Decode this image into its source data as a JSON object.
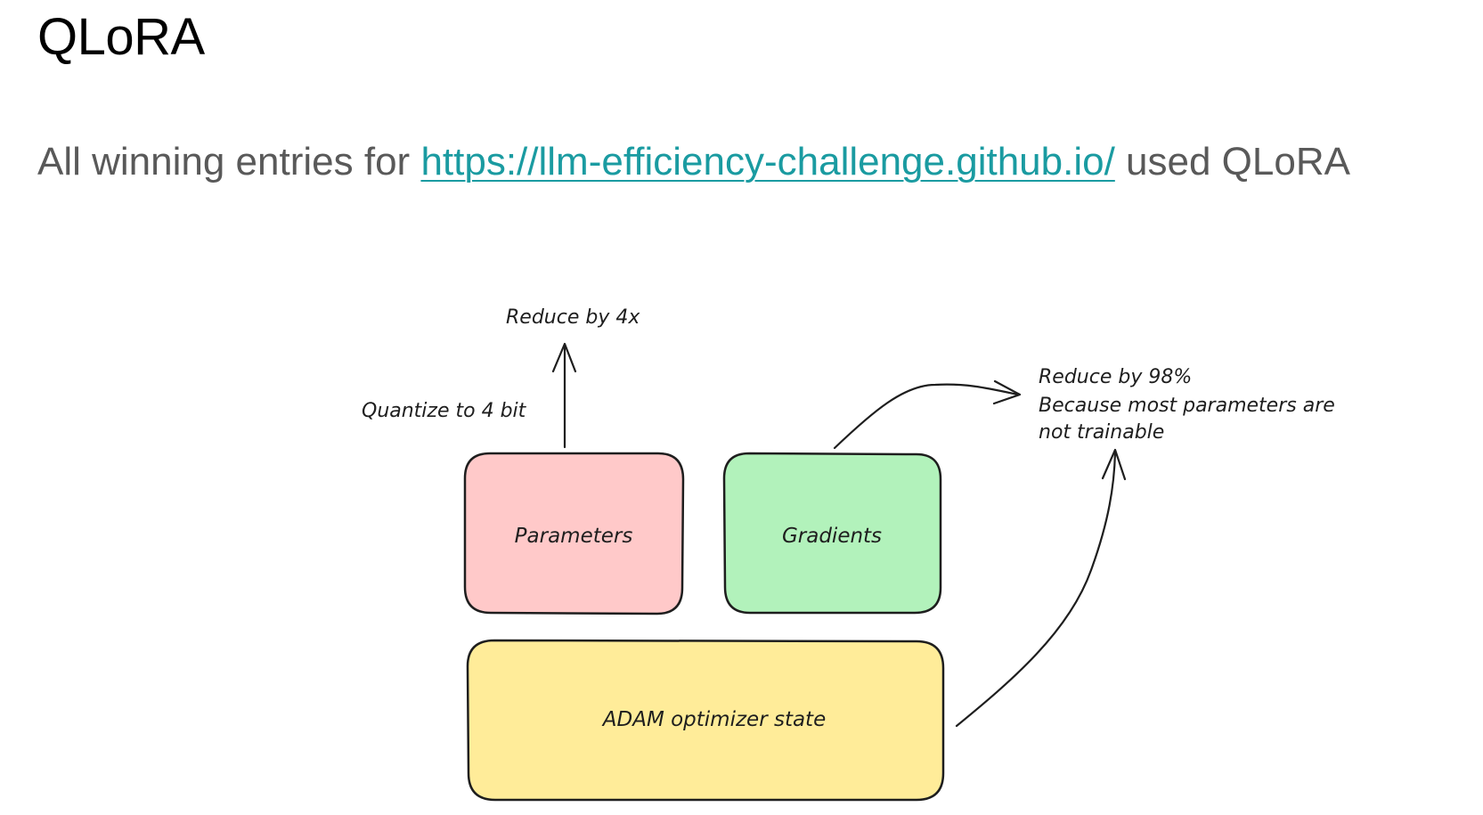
{
  "slide": {
    "title": "QLoRA",
    "subtitle": {
      "prefix": "All winning entries for",
      "link": "https://llm-efficiency-challenge.github.io/",
      "suffix": "used QLoRA"
    }
  },
  "diagram": {
    "boxes": [
      {
        "label": "Parameters",
        "fill": "#ffc9c9"
      },
      {
        "label": "Gradients",
        "fill": "#b2f2bb"
      },
      {
        "label": "ADAM optimizer state",
        "fill": "#ffec99"
      }
    ],
    "annotations": {
      "params_result": "Reduce by 4x",
      "params_action": "Quantize to 4 bit",
      "grad_result_line1": "Reduce by 98%",
      "grad_result_line2": "Because most parameters are",
      "grad_result_line3": "not trainable"
    },
    "stroke_color": "#1e1e1e"
  }
}
